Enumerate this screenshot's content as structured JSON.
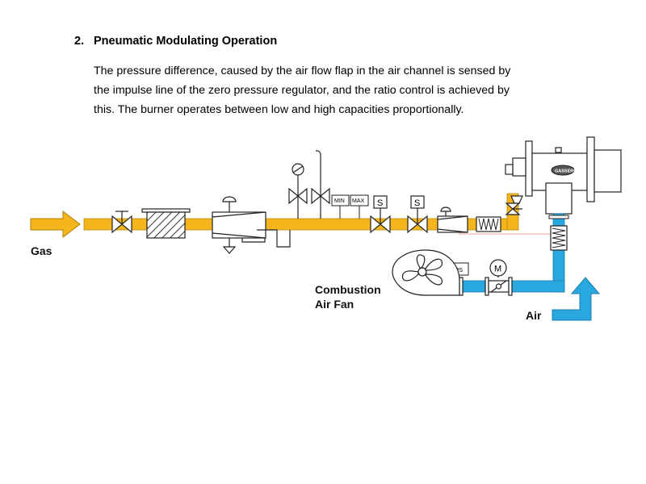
{
  "section": {
    "number": "2.",
    "title": "Pneumatic Modulating Operation",
    "paragraph_lines": [
      "The pressure difference, caused by the air flow flap in the air channel is sensed by",
      "the impulse line of the zero pressure regulator, and the ratio control is achieved by",
      "this. The burner operates between low and high capacities proportionally."
    ]
  },
  "diagram": {
    "labels": {
      "gas": "Gas",
      "air": "Air",
      "fan_line1": "Combustion",
      "fan_line2": "Air Fan",
      "min": "MIN",
      "max": "MAX",
      "solenoid1": "S",
      "solenoid2": "S",
      "aps": "APS",
      "motor": "M",
      "brand": "GASSERO"
    },
    "colors": {
      "gas_line": "#f5b51c",
      "air_line": "#29a8df",
      "impulse_line": "#e8a79a"
    }
  }
}
